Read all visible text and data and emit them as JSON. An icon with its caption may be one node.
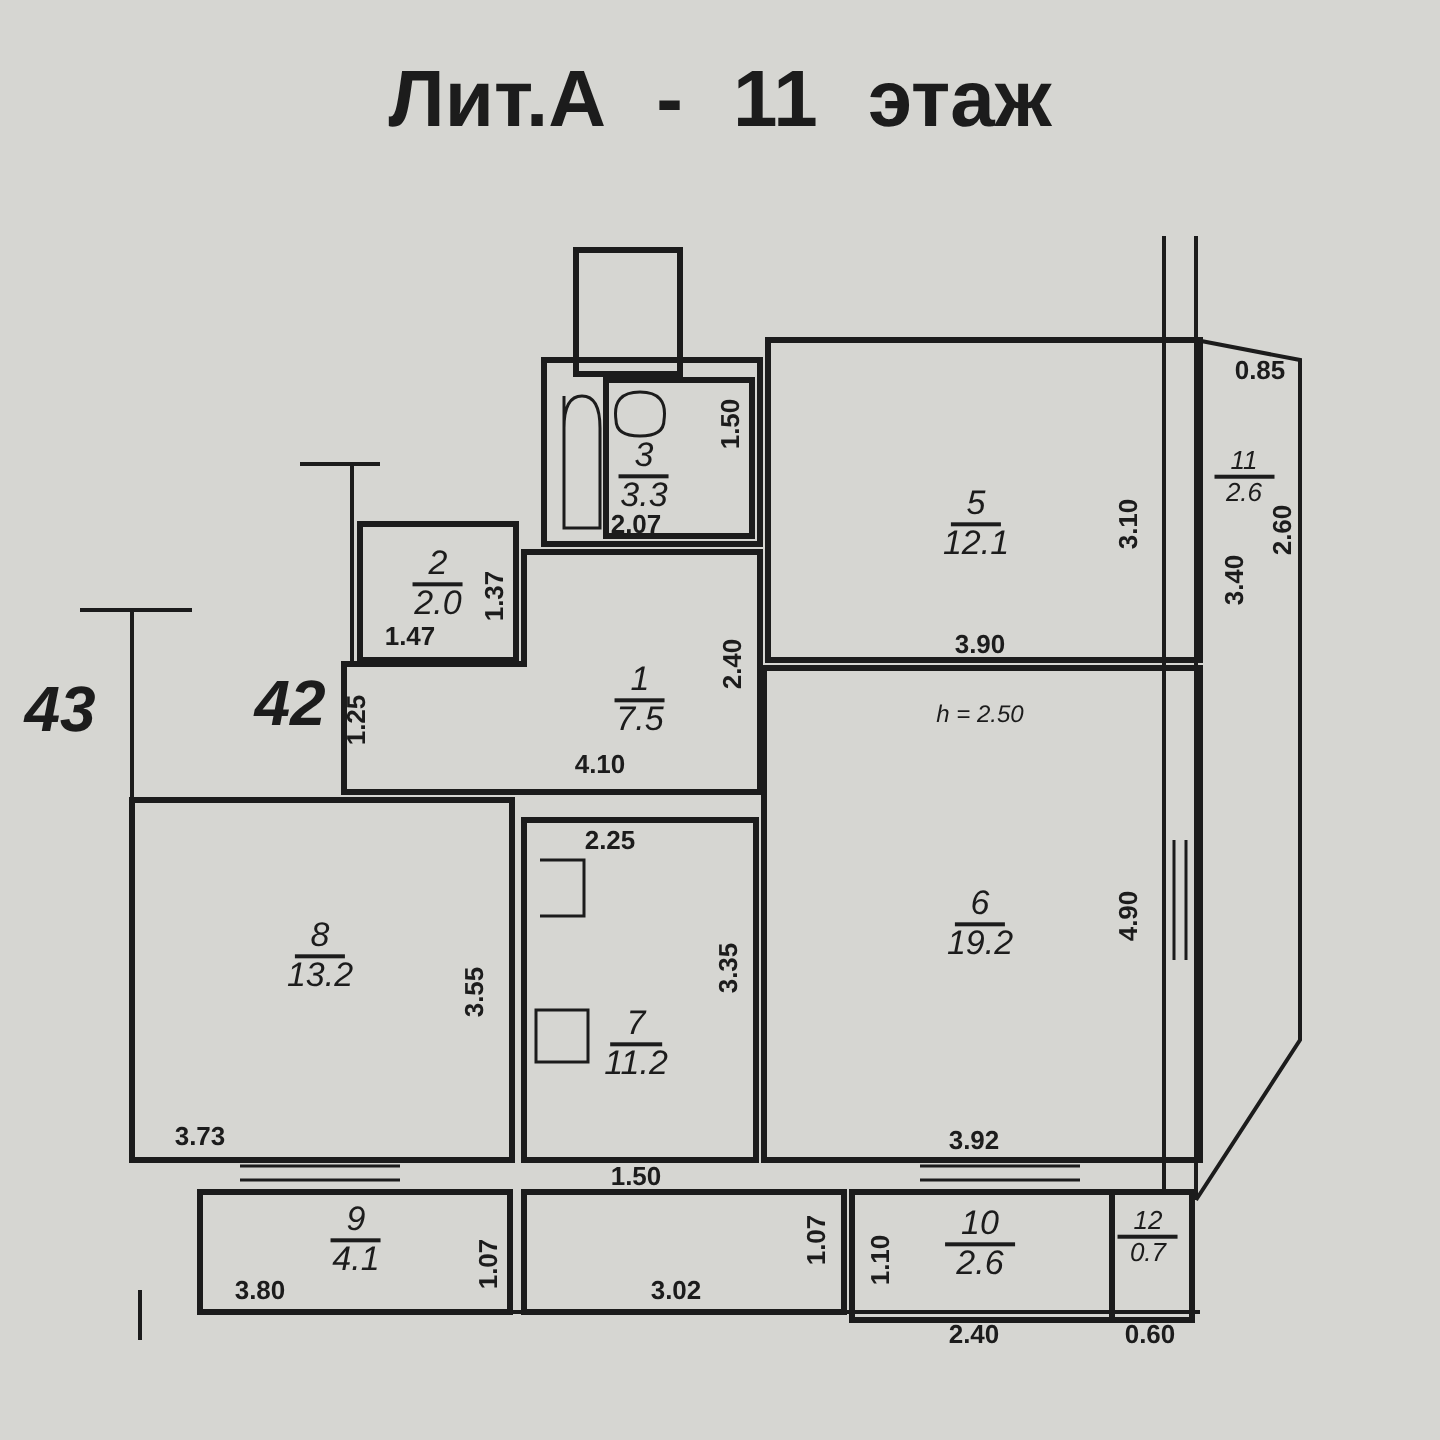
{
  "diagram": {
    "title": "Лит.А - 11 этаж",
    "nodes": [
      {
        "text": [
          "1",
          "7.5"
        ]
      },
      {
        "text": [
          "2",
          "2.0"
        ]
      },
      {
        "text": [
          "3",
          "3.3"
        ]
      },
      {
        "text": [
          "5",
          "12.1"
        ]
      },
      {
        "text": [
          "6",
          "19.2"
        ]
      },
      {
        "text": [
          "7",
          "11.2"
        ]
      },
      {
        "text": [
          "8",
          "13.2"
        ]
      },
      {
        "text": [
          "9",
          "4.1"
        ]
      },
      {
        "text": [
          "10",
          "2.6"
        ]
      },
      {
        "text": [
          "11",
          "2.6"
        ]
      },
      {
        "text": [
          "12",
          "0.7"
        ]
      }
    ],
    "labels": [
      "43",
      "42",
      "1.50",
      "2.07",
      "3.10",
      "0.85",
      "2.60",
      "3.40",
      "1.37",
      "1.47",
      "2.40",
      "3.90",
      "1.25",
      "h = 2.50",
      "4.10",
      "2.25",
      "3.55",
      "3.35",
      "4.90",
      "3.73",
      "3.92",
      "1.50",
      "1.07",
      "1.10",
      "1.07",
      "3.80",
      "3.02",
      "2.40",
      "0.60"
    ]
  }
}
